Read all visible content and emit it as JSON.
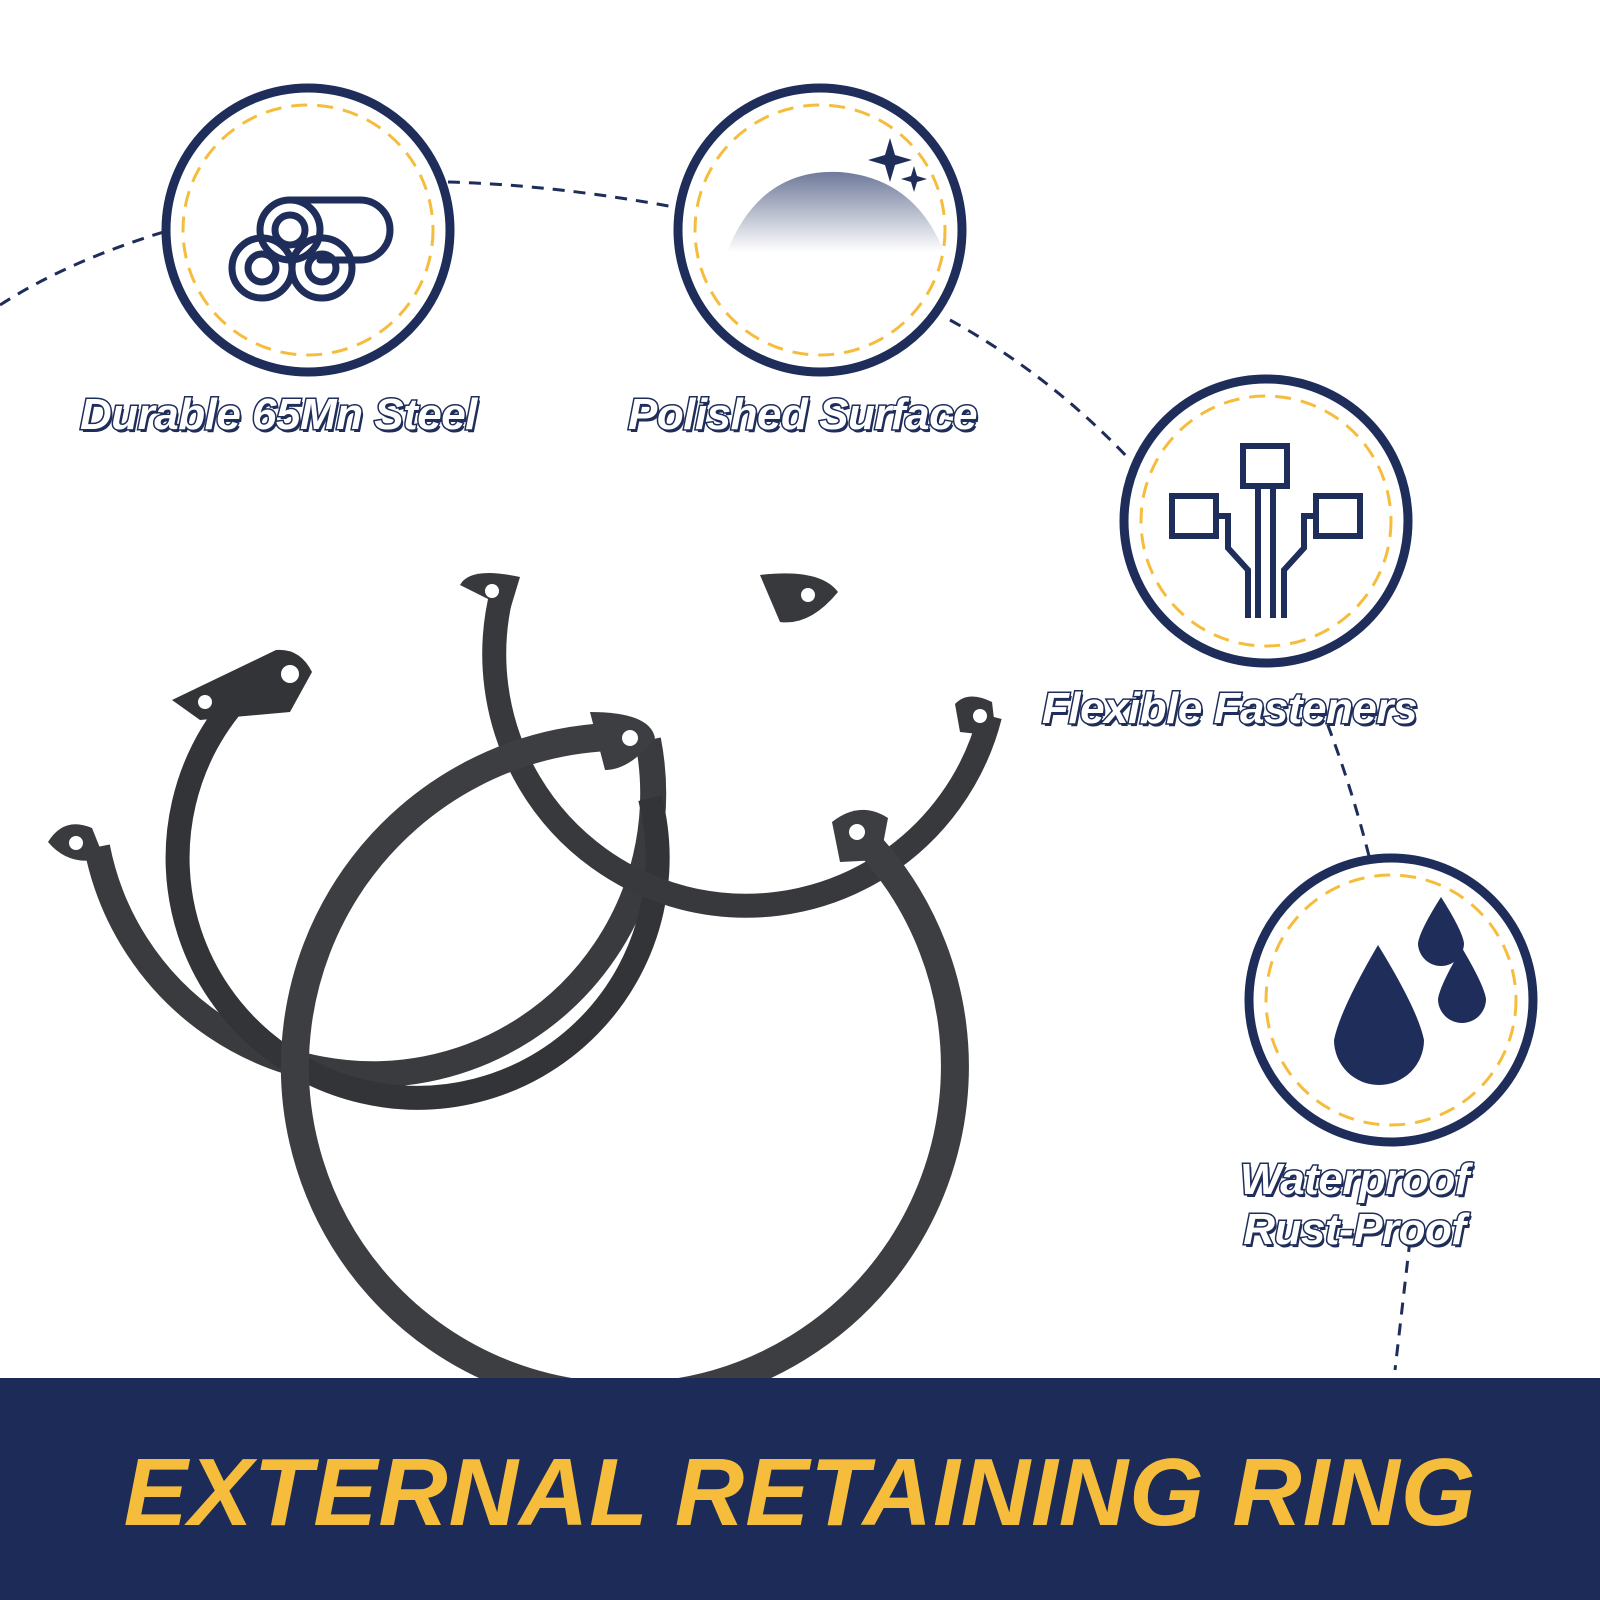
{
  "features": [
    {
      "id": "steel",
      "label": "Durable 65Mn Steel",
      "icon": "steel-pipes-icon"
    },
    {
      "id": "polished",
      "label": "Polished Surface",
      "icon": "shiny-dome-icon"
    },
    {
      "id": "flexible",
      "label": "Flexible Fasteners",
      "icon": "branch-connector-icon"
    },
    {
      "id": "water",
      "label_line1": "Waterproof",
      "label_line2": "Rust-Proof",
      "icon": "water-drops-icon"
    }
  ],
  "banner": {
    "title": "EXTERNAL RETAINING RING"
  },
  "colors": {
    "navy": "#1e2d5a",
    "gold": "#f6bd3c",
    "ring": "#3a3b3e",
    "background": "#ffffff"
  },
  "product": {
    "item": "retaining rings",
    "count": 4
  }
}
